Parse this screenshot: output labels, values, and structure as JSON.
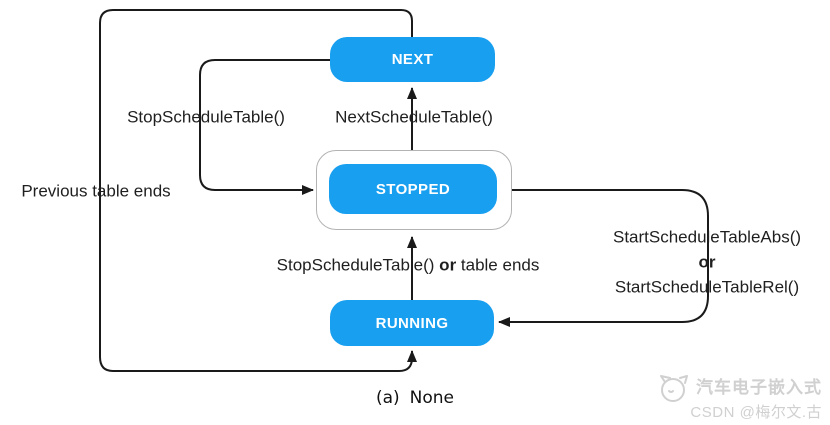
{
  "diagram": {
    "states": {
      "next": {
        "label": "NEXT"
      },
      "stopped": {
        "label": "STOPPED"
      },
      "running": {
        "label": "RUNNING"
      }
    },
    "transitions": {
      "next_to_stopped": {
        "label": "StopScheduleTable()"
      },
      "stopped_to_next": {
        "label": "NextScheduleTable()"
      },
      "next_to_running": {
        "label": "Previous table ends"
      },
      "running_to_stopped": {
        "pre": "StopScheduleTable() ",
        "bold": "or",
        "post": " table ends"
      },
      "stopped_to_running": {
        "line1": "StartScheduleTableAbs()",
        "line2_bold": "or",
        "line3": "StartScheduleTableRel()"
      }
    },
    "caption": {
      "prefix": "(a)",
      "text": "None"
    }
  },
  "watermark": {
    "brand": "汽车电子嵌入式",
    "handle": "CSDN @梅尔文.古",
    "logo_icon": "cat-face-icon"
  },
  "colors": {
    "state_fill": "#189ff0",
    "line": "#1a1a1a",
    "outer_border": "#b3b3b3",
    "watermark": "#d0d0d0"
  }
}
